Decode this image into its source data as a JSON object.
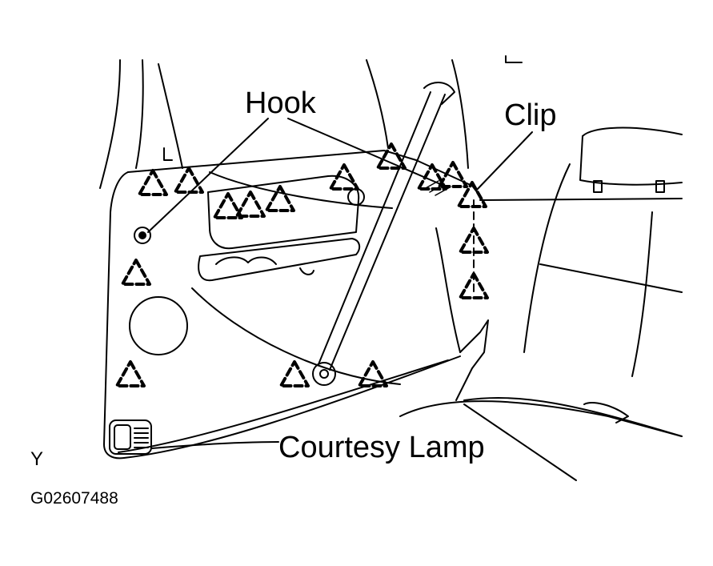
{
  "labels": {
    "hook": "Hook",
    "clip": "Clip",
    "courtesy_lamp": "Courtesy Lamp",
    "view": "Y",
    "figure_code": "G02607488"
  },
  "legend": {
    "clip_symbol": "dashed-triangle-icon",
    "hook_symbol": "ring-icon"
  },
  "colors": {
    "ink": "#000000",
    "paper": "#ffffff"
  }
}
